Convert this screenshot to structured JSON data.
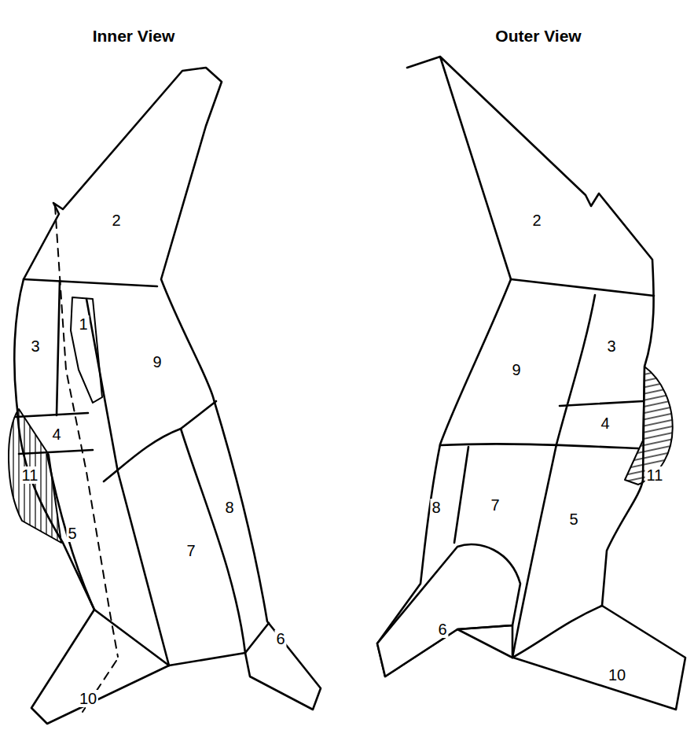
{
  "diagram": {
    "labels": [
      "Inner View",
      "Outer View",
      "2",
      "1",
      "3",
      "9",
      "4",
      "11",
      "5",
      "7",
      "8",
      "6",
      "10",
      "2",
      "9",
      "3",
      "4",
      "11",
      "8",
      "7",
      "5",
      "6",
      "10"
    ]
  }
}
